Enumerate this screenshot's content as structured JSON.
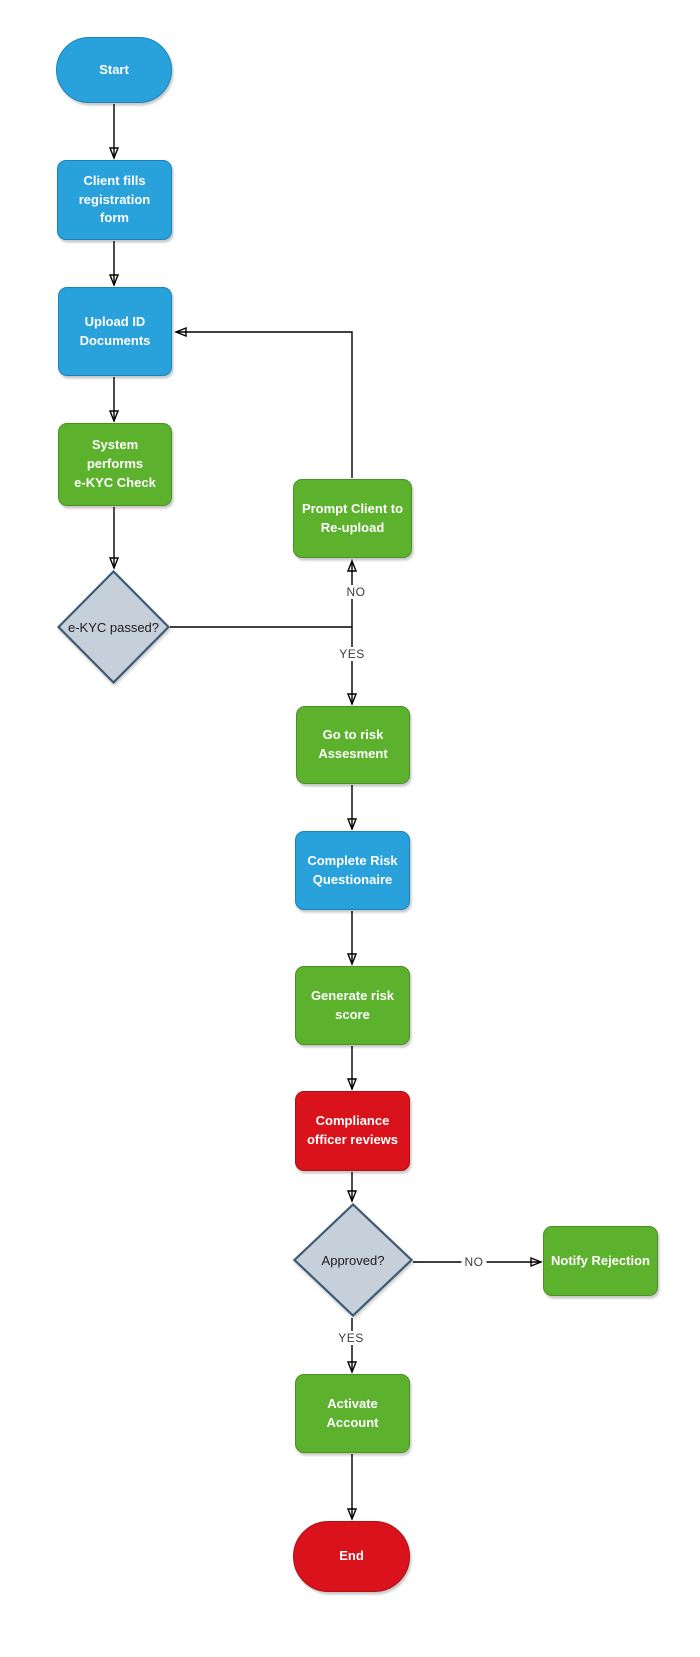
{
  "diagram": {
    "type": "flowchart",
    "background_color": "#ffffff",
    "connector_color": "#000000",
    "palette": {
      "blue_fill": "#29A2DC",
      "blue_border": "#1884BF",
      "green_fill": "#5CB22D",
      "green_border": "#4A9122",
      "red_fill": "#D9121B",
      "red_border": "#AF0E15",
      "decision_fill": "#C6D0DB",
      "decision_border": "#3E5A74",
      "node_text_color": "#ffffff",
      "decision_text_color": "#1c1c1c"
    },
    "nodes": [
      {
        "id": "start",
        "shape": "terminator",
        "color": "blue",
        "label": "Start"
      },
      {
        "id": "client-fills-registration-form",
        "shape": "process",
        "color": "blue",
        "label": "Client fills\nregistration form"
      },
      {
        "id": "upload-id-documents",
        "shape": "process",
        "color": "blue",
        "label": "Upload ID\nDocuments"
      },
      {
        "id": "system-performs-ekyc-check",
        "shape": "process",
        "color": "green",
        "label": "System performs\ne-KYC Check"
      },
      {
        "id": "ekyc-passed",
        "shape": "decision",
        "color": "gray",
        "label": "e-KYC passed?"
      },
      {
        "id": "prompt-client-to-reupload",
        "shape": "process",
        "color": "green",
        "label": "Prompt Client to\nRe-upload"
      },
      {
        "id": "go-to-risk-assesment",
        "shape": "process",
        "color": "green",
        "label": "Go to risk\nAssesment"
      },
      {
        "id": "complete-risk-questionaire",
        "shape": "process",
        "color": "blue",
        "label": "Complete Risk\nQuestionaire"
      },
      {
        "id": "generate-risk-score",
        "shape": "process",
        "color": "green",
        "label": "Generate risk\nscore"
      },
      {
        "id": "compliance-officer-reviews",
        "shape": "process",
        "color": "red",
        "label": "Compliance\nofficer reviews"
      },
      {
        "id": "approved",
        "shape": "decision",
        "color": "gray",
        "label": "Approved?"
      },
      {
        "id": "notify-rejection",
        "shape": "process",
        "color": "green",
        "label": "Notify Rejection"
      },
      {
        "id": "activate-account",
        "shape": "process",
        "color": "green",
        "label": "Activate Account"
      },
      {
        "id": "end",
        "shape": "terminator",
        "color": "red",
        "label": "End"
      }
    ],
    "edges": [
      {
        "from": "start",
        "to": "client-fills-registration-form",
        "label": ""
      },
      {
        "from": "client-fills-registration-form",
        "to": "upload-id-documents",
        "label": ""
      },
      {
        "from": "upload-id-documents",
        "to": "system-performs-ekyc-check",
        "label": ""
      },
      {
        "from": "system-performs-ekyc-check",
        "to": "ekyc-passed",
        "label": ""
      },
      {
        "from": "ekyc-passed",
        "to": "prompt-client-to-reupload",
        "label": "NO"
      },
      {
        "from": "ekyc-passed",
        "to": "go-to-risk-assesment",
        "label": "YES"
      },
      {
        "from": "prompt-client-to-reupload",
        "to": "upload-id-documents",
        "label": ""
      },
      {
        "from": "go-to-risk-assesment",
        "to": "complete-risk-questionaire",
        "label": ""
      },
      {
        "from": "complete-risk-questionaire",
        "to": "generate-risk-score",
        "label": ""
      },
      {
        "from": "generate-risk-score",
        "to": "compliance-officer-reviews",
        "label": ""
      },
      {
        "from": "compliance-officer-reviews",
        "to": "approved",
        "label": ""
      },
      {
        "from": "approved",
        "to": "notify-rejection",
        "label": "NO"
      },
      {
        "from": "approved",
        "to": "activate-account",
        "label": "YES"
      },
      {
        "from": "activate-account",
        "to": "end",
        "label": ""
      }
    ]
  }
}
